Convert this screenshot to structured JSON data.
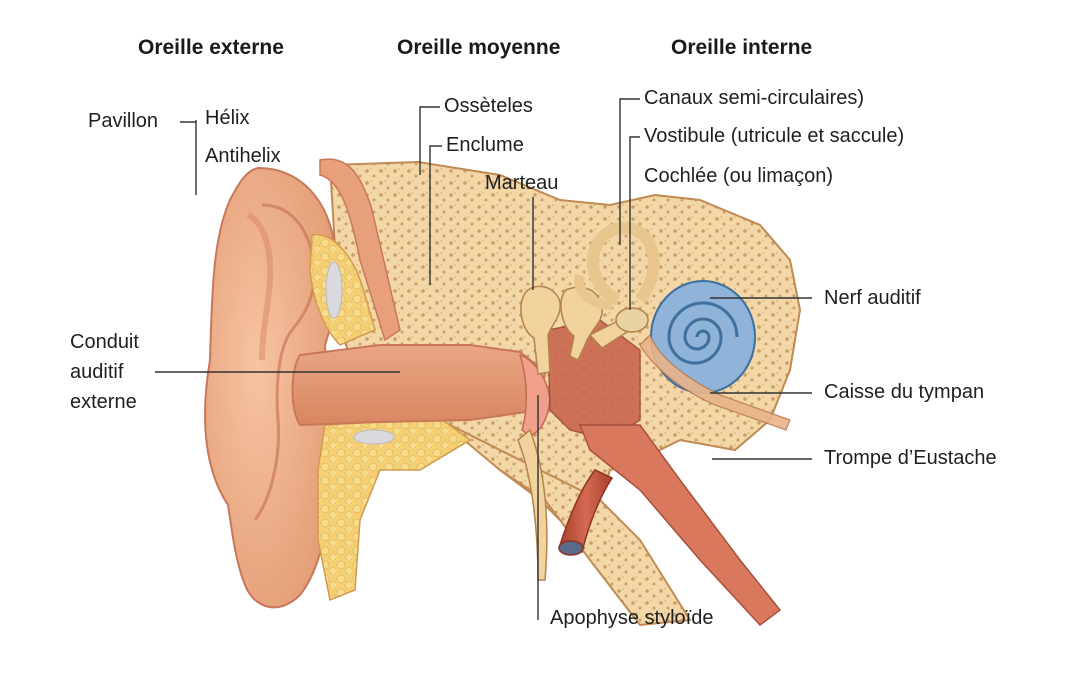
{
  "headers": {
    "outer": "Oreille externe",
    "middle": "Oreille moyenne",
    "inner": "Oreille interne"
  },
  "labels": {
    "pavillon": "Pavillon",
    "helix": "Hélix",
    "antihelix": "Antihelix",
    "conduit_line1": "Conduit",
    "conduit_line2": "auditif",
    "conduit_line3": "externe",
    "osseteles": "Ossèteles",
    "enclume": "Enclume",
    "marteau": "Marteau",
    "canaux": "Canaux semi-circulaires)",
    "vostibule": "Vostibule (utricule et saccule)",
    "cochlee": "Cochlée (ou limaçon)",
    "nerf": "Nerf auditif",
    "caisse": "Caisse du tympan",
    "trompe": "Trompe d’Eustache",
    "apophyse": "Apophyse styloïde"
  },
  "colors": {
    "skin": "#f1b48e",
    "skin_dark": "#d98a64",
    "bone": "#f3d7a6",
    "bone_pores": "#c9a06a",
    "cartilage_fat": "#f4cf73",
    "canal": "#e39b78",
    "cochlea": "#8fb3d9",
    "cochlea_dark": "#3f6f9f",
    "vessel": "#c85a45",
    "leader": "#333333"
  }
}
